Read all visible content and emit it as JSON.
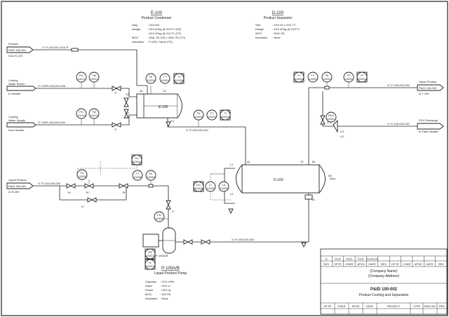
{
  "condenser": {
    "tag": "E-100",
    "name": "Product Condenser",
    "specs": [
      {
        "k": "Duty",
        "v": ": XXX kW"
      },
      {
        "k": "Design",
        "v": ": XXX kPag @ XXX°C (SS)"
      },
      {
        "k": "",
        "v": ": XXX kPag @ XXX°C (TS)"
      },
      {
        "k": "MOC",
        "v": ": 304L SS (SS) / 304L SS (TS)"
      },
      {
        "k": "Insulation",
        "v": ": P (SS) / None (TS)"
      }
    ],
    "label": "E-100"
  },
  "separator": {
    "tag": "D-100",
    "name": "Product Separator",
    "specs": [
      {
        "k": "Size",
        "v": ": XXX ID x XXX TT"
      },
      {
        "k": "Design",
        "v": ": XXX kPag @ XXX°C"
      },
      {
        "k": "MOC",
        "v": ": 304L SS"
      },
      {
        "k": "Insulation",
        "v": ": None"
      }
    ],
    "label": "D-100"
  },
  "pump": {
    "tag": "P-100A/B",
    "name": "Liquid Product Pump",
    "specs": [
      {
        "k": "Capacity",
        "v": ": XXX m³/hr"
      },
      {
        "k": "Head",
        "v": ": XXX m"
      },
      {
        "k": "Power",
        "v": ": XXX hp"
      },
      {
        "k": "MOC",
        "v": ": 304 SS"
      },
      {
        "k": "Insulation",
        "v": ": None"
      }
    ],
    "label": "P-100A/B"
  },
  "offpage": {
    "product_in": {
      "title": "Product",
      "ref": "P&ID 100-001",
      "sub": "from R-100"
    },
    "cw_return": {
      "title": "Cooling",
      "title2": "Water Return",
      "sub": "to Header"
    },
    "cw_supply": {
      "title": "Cooling",
      "title2": "Water Supply",
      "sub": "from Header"
    },
    "liquid_out": {
      "title": "Liquid Product",
      "ref": "P&ID 200-001",
      "sub": "to R-200"
    },
    "vapor_out": {
      "title": "Vapor Product",
      "ref": "P&ID 100-003",
      "sub": "to T-100"
    },
    "psv_out": {
      "title": "PSV Discharge",
      "sub": "to Flare Header"
    }
  },
  "lines": {
    "l1": "X\"-P-100-001-XXX-P",
    "l2": "X\"-CWR-100-002-006",
    "l3": "X\"-CWS-100-002-005",
    "l4": "X\"-P-100-002-001",
    "l5": "X\"-P-100-002-004",
    "l6": "X\"-P-100-002-002",
    "l7": "X\"-P-100-002-007",
    "l8": "X\"-P-100-002-003"
  },
  "instruments": [
    {
      "t": "PG",
      "n": "10211"
    },
    {
      "t": "TW",
      "n": "10211"
    },
    {
      "t": "PG",
      "n": "10210"
    },
    {
      "t": "TW",
      "n": "10210"
    },
    {
      "t": "TE",
      "n": "10203"
    },
    {
      "t": "TT",
      "n": "10203"
    },
    {
      "t": "TI",
      "n": "10203"
    },
    {
      "t": "TE",
      "n": "10204"
    },
    {
      "t": "TT",
      "n": "10204"
    },
    {
      "t": "TI",
      "n": "10204"
    },
    {
      "t": "FI",
      "n": "10202"
    },
    {
      "t": "FT",
      "n": "10202"
    },
    {
      "t": "FE",
      "n": "10202"
    },
    {
      "t": "PT",
      "n": "10201"
    },
    {
      "t": "PI",
      "n": "10201"
    },
    {
      "t": "PSV",
      "n": "10201"
    },
    {
      "t": "TIC",
      "n": "10201"
    },
    {
      "t": "FT",
      "n": "10208"
    },
    {
      "t": "FE",
      "n": "10208"
    },
    {
      "t": "FV",
      "n": "10208"
    },
    {
      "t": "LIC",
      "n": "10205"
    },
    {
      "t": "LT",
      "n": "10205"
    },
    {
      "t": "LG",
      "n": "10205"
    },
    {
      "t": "PG",
      "n": "10206"
    },
    {
      "t": "HS",
      "n": "10207"
    },
    {
      "t": "YL",
      "n": "10207"
    }
  ],
  "nozzles": {
    "s2": "S2",
    "s1": "S1",
    "a1": "A1",
    "a2": "A2",
    "v1": "V1",
    "d1": "D1",
    "l1": "L1",
    "l2": "L2",
    "a1b": "A1",
    "v1b": "V1",
    "b1": "B1",
    "m1": "M1",
    "n1": "N1",
    "b2": "B2"
  },
  "small": {
    "x1": "X\"",
    "lo": "LO",
    "n": "\"N\"",
    "psv_set": "X\"X\""
  },
  "title_block": {
    "rev_cells": [
      "A",
      "KCD",
      "KCD",
      "KCD",
      "01/31/14",
      "",
      "",
      "",
      "",
      "",
      ""
    ],
    "rev_heads": [
      "REV",
      "DFTR",
      "CHKR",
      "APVD",
      "DATE",
      "REV",
      "DFTR",
      "CHKR",
      "APVD",
      "DATE",
      "REV"
    ],
    "company": "(Company Name)",
    "address": "(Company Address)",
    "drawing": "P&ID 100-002",
    "title": "Product Cooling and Separation",
    "foot": [
      "DFTR",
      "CHKR",
      "APVD",
      "DATE",
      "PROJECT",
      "TYPE",
      "DWG NO",
      "REV"
    ]
  }
}
